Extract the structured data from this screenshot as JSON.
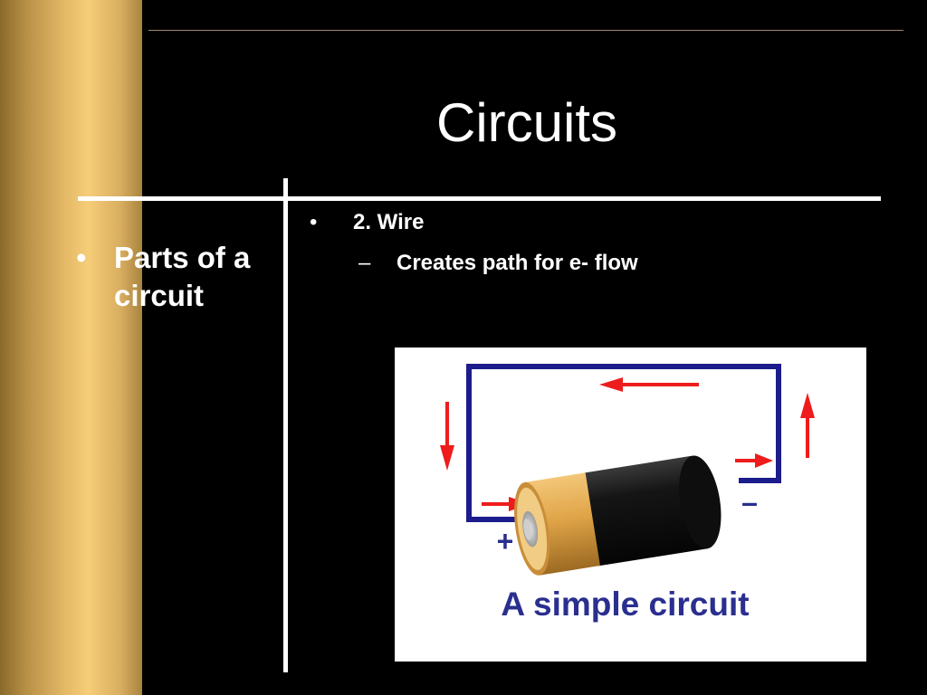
{
  "slide": {
    "title": "Circuits",
    "left_bullet": "Parts of a circuit",
    "bullet_glyph": "•",
    "dash_glyph": "–",
    "right_bullet": "2.  Wire",
    "sub_bullet": "Creates path for e- flow"
  },
  "figure": {
    "caption": "A simple circuit",
    "plus_label": "+",
    "minus_label": "–",
    "colors": {
      "wire": "#1c1c8c",
      "arrow": "#ee1c1c",
      "battery_gold": "#e0a448",
      "battery_black": "#151515",
      "caption": "#2a2f8f"
    }
  }
}
